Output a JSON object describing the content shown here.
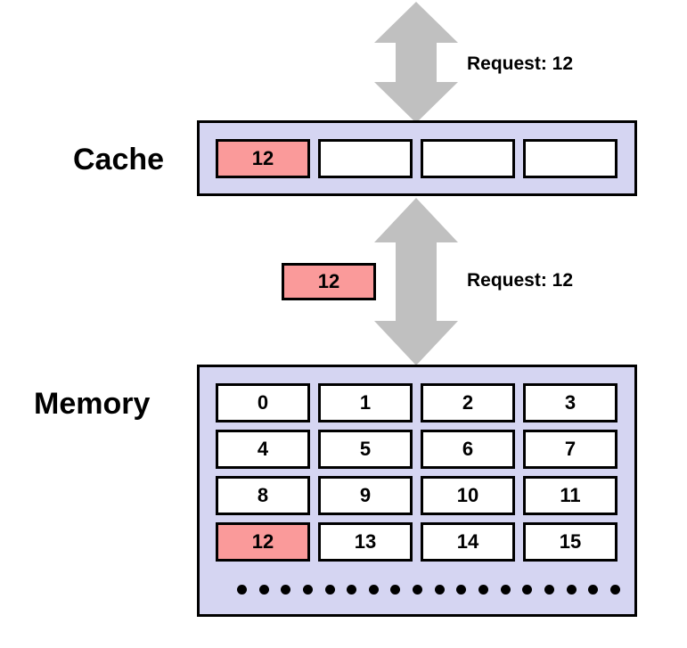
{
  "labels": {
    "cache": "Cache",
    "memory": "Memory",
    "request_top": "Request: 12",
    "request_bottom": "Request: 12"
  },
  "cache": {
    "cells": [
      "12",
      "",
      "",
      ""
    ],
    "highlighted_index": 0
  },
  "transfer_block": "12",
  "memory": {
    "rows": [
      [
        "0",
        "1",
        "2",
        "3"
      ],
      [
        "4",
        "5",
        "6",
        "7"
      ],
      [
        "8",
        "9",
        "10",
        "11"
      ],
      [
        "12",
        "13",
        "14",
        "15"
      ]
    ],
    "highlighted_value": "12"
  },
  "colors": {
    "panel_fill": "#d5d5f2",
    "highlight_fill": "#fa9a9a",
    "arrow_fill": "#c0c0c0"
  }
}
